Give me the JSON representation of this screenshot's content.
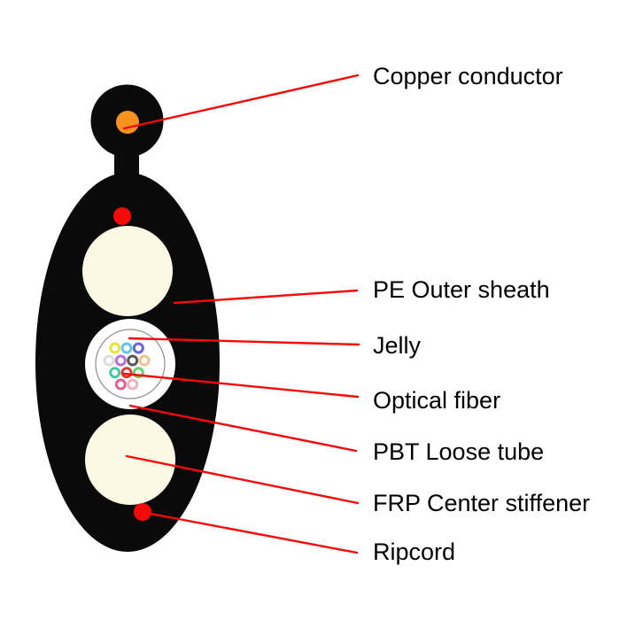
{
  "labels": {
    "copper_conductor": "Copper conductor",
    "pe_outer_sheath": "PE Outer sheath",
    "jelly": "Jelly",
    "optical_fiber": "Optical fiber",
    "pbt_loose_tube": "PBT Loose tube",
    "frp_center_stiffener": "FRP Center stiffener",
    "ripcord": "Ripcord"
  },
  "colors": {
    "sheath_black": "#0a0a0a",
    "copper_orange": "#f7921e",
    "ripcord_red": "#f90808",
    "leader_line_red": "#f90808",
    "stiffener_cream": "#fbf9e4",
    "tube_white": "#ffffff",
    "tube_wall_gray": "#8f8f8f",
    "label_text": "#000000"
  },
  "fibers": {
    "count": 12,
    "colors": [
      "#eee239",
      "#5bc9ef",
      "#6a63dc",
      "#dcdcdc",
      "#b46fd9",
      "#585858",
      "#f4c18d",
      "#43c9a6",
      "#e23737",
      "#65d065",
      "#e0618b",
      "#f3b0c0"
    ]
  }
}
